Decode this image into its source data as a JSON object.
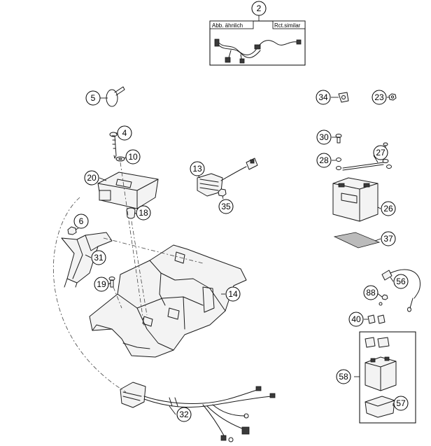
{
  "reference_box": {
    "left_label": "Abb. ähnlich",
    "right_label": "Rct.similar"
  },
  "callouts": [
    {
      "id": "c2",
      "number": "2"
    },
    {
      "id": "c5",
      "number": "5"
    },
    {
      "id": "c34",
      "number": "34"
    },
    {
      "id": "c23",
      "number": "23"
    },
    {
      "id": "c4",
      "number": "4"
    },
    {
      "id": "c10",
      "number": "10"
    },
    {
      "id": "c20",
      "number": "20"
    },
    {
      "id": "c13",
      "number": "13"
    },
    {
      "id": "c35",
      "number": "35"
    },
    {
      "id": "c30",
      "number": "30"
    },
    {
      "id": "c27",
      "number": "27"
    },
    {
      "id": "c28",
      "number": "28"
    },
    {
      "id": "c26",
      "number": "26"
    },
    {
      "id": "c18",
      "number": "18"
    },
    {
      "id": "c6",
      "number": "6"
    },
    {
      "id": "c37",
      "number": "37"
    },
    {
      "id": "c31",
      "number": "31"
    },
    {
      "id": "c19",
      "number": "19"
    },
    {
      "id": "c14",
      "number": "14"
    },
    {
      "id": "c56",
      "number": "56"
    },
    {
      "id": "c88",
      "number": "88"
    },
    {
      "id": "c40",
      "number": "40"
    },
    {
      "id": "c58",
      "number": "58"
    },
    {
      "id": "c57",
      "number": "57"
    },
    {
      "id": "c32",
      "number": "32"
    }
  ]
}
